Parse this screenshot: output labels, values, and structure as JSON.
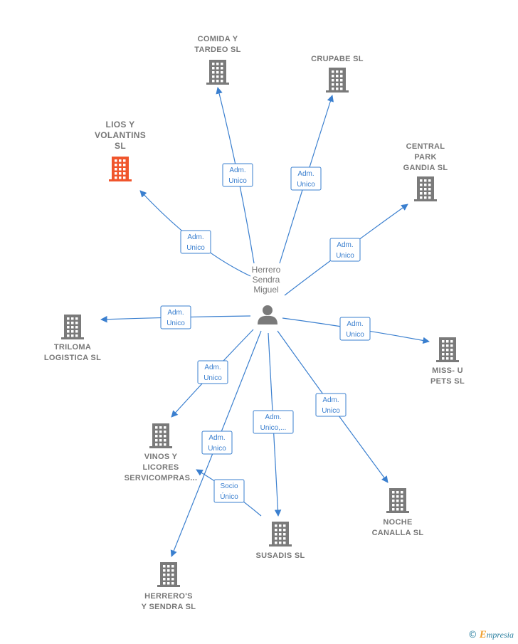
{
  "center": {
    "name_lines": [
      "Herrero",
      "Sendra",
      "Miguel"
    ],
    "icon": "person-icon"
  },
  "companies": [
    {
      "id": "comida",
      "lines": [
        "COMIDA Y",
        "TARDEO  SL"
      ],
      "icon": "building-icon"
    },
    {
      "id": "crupabe",
      "lines": [
        "CRUPABE SL"
      ],
      "icon": "building-icon"
    },
    {
      "id": "lios",
      "lines": [
        "LIOS Y",
        "VOLANTINS",
        "SL"
      ],
      "icon": "building-icon",
      "highlight_color": "#f0552c"
    },
    {
      "id": "central",
      "lines": [
        "CENTRAL",
        "PARK",
        "GANDIA  SL"
      ],
      "icon": "building-icon"
    },
    {
      "id": "triloma",
      "lines": [
        "TRILOMA",
        "LOGISTICA  SL"
      ],
      "icon": "building-icon"
    },
    {
      "id": "miss",
      "lines": [
        "MISS- U",
        "PETS  SL"
      ],
      "icon": "building-icon"
    },
    {
      "id": "vinos",
      "lines": [
        "VINOS Y",
        "LICORES",
        "SERVICOMPRAS..."
      ],
      "icon": "building-icon"
    },
    {
      "id": "noche",
      "lines": [
        "NOCHE",
        "CANALLA  SL"
      ],
      "icon": "building-icon"
    },
    {
      "id": "susadis",
      "lines": [
        "SUSADIS SL"
      ],
      "icon": "building-icon"
    },
    {
      "id": "herreros",
      "lines": [
        "HERRERO'S",
        "Y SENDRA SL"
      ],
      "icon": "building-icon"
    }
  ],
  "edges": [
    {
      "from": "center",
      "to": "comida",
      "lines": [
        "Adm.",
        "Unico"
      ]
    },
    {
      "from": "center",
      "to": "crupabe",
      "lines": [
        "Adm.",
        "Unico"
      ]
    },
    {
      "from": "center",
      "to": "lios",
      "lines": [
        "Adm.",
        "Unico"
      ]
    },
    {
      "from": "center",
      "to": "central",
      "lines": [
        "Adm.",
        "Unico"
      ]
    },
    {
      "from": "center",
      "to": "triloma",
      "lines": [
        "Adm.",
        "Unico"
      ]
    },
    {
      "from": "center",
      "to": "miss",
      "lines": [
        "Adm.",
        "Unico"
      ]
    },
    {
      "from": "center",
      "to": "vinos",
      "lines": [
        "Adm.",
        "Unico"
      ]
    },
    {
      "from": "center",
      "to": "noche",
      "lines": [
        "Adm.",
        "Unico"
      ]
    },
    {
      "from": "center",
      "to": "susadis",
      "lines": [
        "Adm.",
        "Unico,..."
      ]
    },
    {
      "from": "center",
      "to": "herreros",
      "lines": [
        "Adm.",
        "Unico"
      ]
    },
    {
      "from": "susadis",
      "to": "vinos",
      "lines": [
        "Socio",
        "Único"
      ]
    }
  ],
  "colors": {
    "edge": "#3a7fcf",
    "node": "#7a7a7a",
    "highlight": "#f0552c",
    "label": "#777777"
  },
  "brand": {
    "copyright": "©",
    "first_letter": "E",
    "rest": "mpresia"
  }
}
